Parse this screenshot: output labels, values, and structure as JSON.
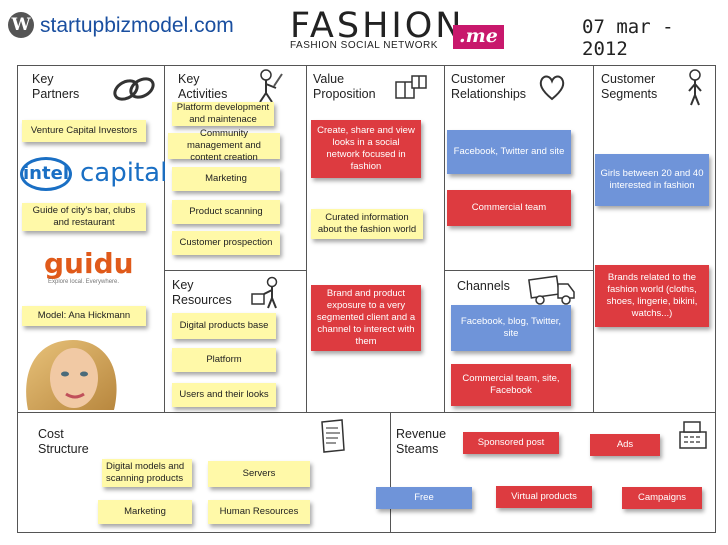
{
  "header": {
    "site": "startupbizmodel.com",
    "logo_text": "FASHION",
    "logo_badge": ".me",
    "logo_subtitle": "FASHION SOCIAL NETWORK",
    "date": "07 mar - 2012",
    "wp_glyph": "W"
  },
  "sections": {
    "key_partners": "Key\nPartners",
    "key_activities": "Key\nActivities",
    "value_proposition": "Value\nProposition",
    "customer_relationships": "Customer\nRelationships",
    "customer_segments": "Customer\nSegments",
    "key_resources": "Key\nResources",
    "channels": "Channels",
    "cost_structure": "Cost\nStructure",
    "revenue_streams": "Revenue\nSteams"
  },
  "partners": {
    "vc": "Venture Capital Investors",
    "intel_mark": "intel",
    "intel_word": "capital",
    "guide": "Guide of city's bar, clubs and restaurant",
    "guidu_word": "guidu",
    "guidu_tagline": "Explore local. Everywhere.",
    "model": "Model: Ana Hickmann"
  },
  "activities": [
    "Platform development and maintenace",
    "Community management and content creation",
    "Marketing",
    "Product scanning",
    "Customer prospection"
  ],
  "resources": [
    "Digital products base",
    "Platform",
    "Users and their looks"
  ],
  "value": [
    "Create, share and view looks in a social network focused in fashion",
    "Curated information about the fashion world",
    "Brand and product exposure to a very segmented client and a channel to interect with them"
  ],
  "relationships": [
    "Facebook, Twitter and site",
    "Commercial team"
  ],
  "channels": [
    "Facebook, blog, Twitter, site",
    "Commercial team, site, Facebook"
  ],
  "segments": [
    "Girls between 20 and 40 interested in fashion",
    "Brands related to the fashion world (cloths, shoes, lingerie, bikini, watchs...)"
  ],
  "costs": [
    "Digital models and scanning products",
    "Servers",
    "Marketing",
    "Human Resources"
  ],
  "revenue": [
    "Sponsored post",
    "Ads",
    "Free",
    "Virtual products",
    "Campaigns"
  ],
  "icons": {
    "partners": "chain-links-icon",
    "activities": "worker-icon",
    "value": "gift-box-icon",
    "relationships": "heart-icon",
    "segments": "person-icon",
    "resources": "worker-with-cart-icon",
    "channels": "truck-icon",
    "cost": "receipt-icon",
    "revenue": "cash-register-icon"
  },
  "colors": {
    "note_yellow": "#fff9a8",
    "note_blue": "#6f94d9",
    "note_red": "#dd3b40",
    "site_link": "#1a4fa0",
    "brand_pink": "#c8186c"
  }
}
